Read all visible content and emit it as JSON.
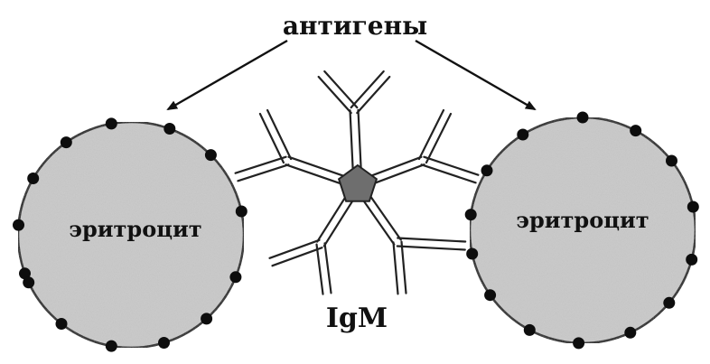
{
  "title_label": "антигены",
  "left_cell": {
    "label": "эритроцит"
  },
  "right_cell": {
    "label": "эритроцит"
  },
  "molecule_label": "IgM",
  "colors": {
    "cell_fill": "#c9c9c9",
    "cell_stroke": "#1a1a1a",
    "antigen": "#0d0d0d",
    "pentamer_core": "#6e6e6e",
    "antibody_stroke": "#222222"
  }
}
